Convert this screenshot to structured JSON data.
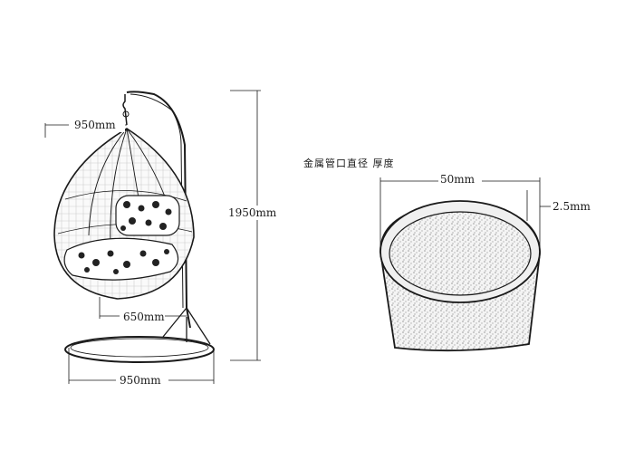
{
  "caption": "金属管口直径  厚度",
  "dimensions": {
    "top_width": "950mm",
    "height": "1950mm",
    "seat_height": "650mm",
    "base_width": "950mm",
    "pipe_diameter": "50mm",
    "wall_thickness": "2.5mm"
  },
  "colors": {
    "line": "#1a1a1a",
    "texture": "#9a9a9a",
    "cushion_dot": "#222222"
  }
}
